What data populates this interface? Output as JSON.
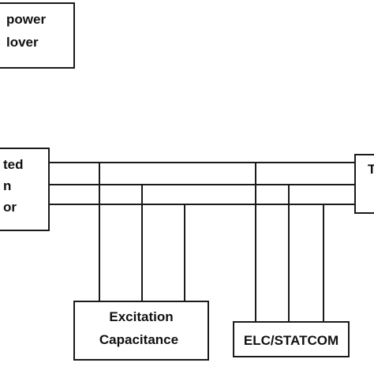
{
  "diagram": {
    "prime_mover": {
      "line1": "power",
      "line2": "lover"
    },
    "generator": {
      "line1": "ted",
      "line2": "n",
      "line3": "or"
    },
    "load": {
      "line1": "T"
    },
    "excitation_capacitance": {
      "line1": "Excitation",
      "line2": "Capacitance"
    },
    "controller": {
      "label": "ELC/STATCOM"
    },
    "colors": {
      "stroke": "#1a1a1a",
      "background": "#ffffff",
      "text": "#111111"
    }
  }
}
